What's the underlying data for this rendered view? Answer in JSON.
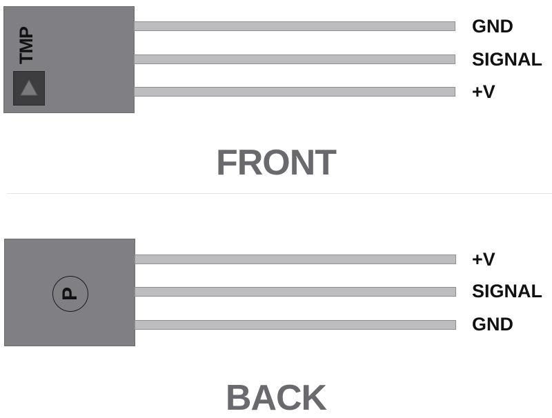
{
  "front": {
    "body_text": "TMP",
    "title": "FRONT",
    "pins": [
      "GND",
      "SIGNAL",
      "+V"
    ]
  },
  "back": {
    "body_text": "P",
    "title": "BACK",
    "pins": [
      "+V",
      "SIGNAL",
      "GND"
    ]
  },
  "colors": {
    "package": "#808084",
    "lead": "#bdbdbf",
    "title": "#6a6a6e",
    "label": "#111111"
  },
  "icons": [
    "triangle-icon",
    "p-circle-icon"
  ]
}
